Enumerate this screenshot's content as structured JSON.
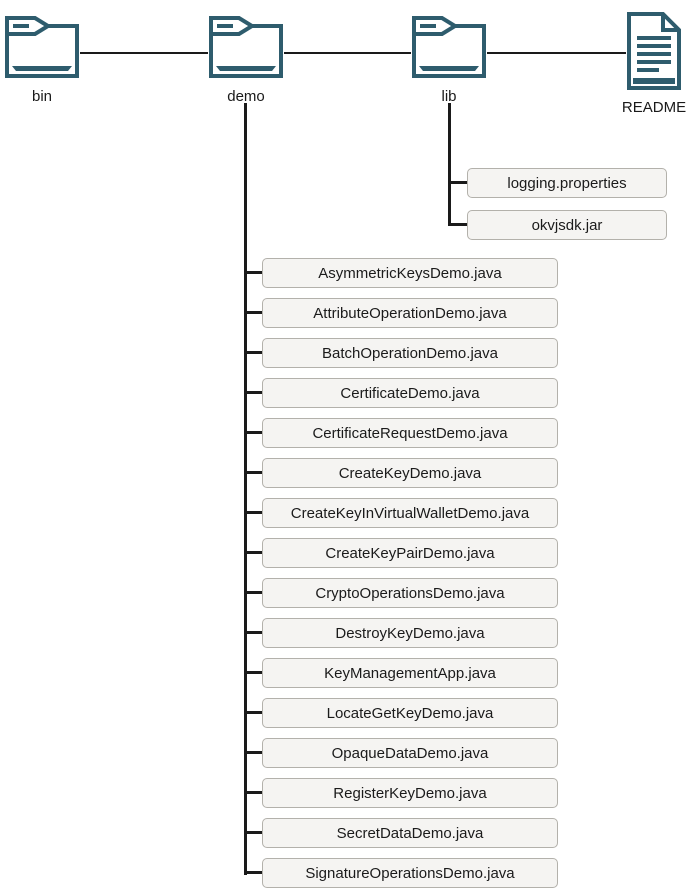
{
  "diagram": {
    "description": "Directory structure tree",
    "root_nodes": {
      "bin": {
        "label": "bin",
        "type": "folder"
      },
      "demo": {
        "label": "demo",
        "type": "folder"
      },
      "lib": {
        "label": "lib",
        "type": "folder"
      },
      "readme": {
        "label": "README",
        "type": "file"
      }
    },
    "lib_children": [
      "logging.properties",
      "okvjsdk.jar"
    ],
    "demo_children": [
      "AsymmetricKeysDemo.java",
      "AttributeOperationDemo.java",
      "BatchOperationDemo.java",
      "CertificateDemo.java",
      "CertificateRequestDemo.java",
      "CreateKeyDemo.java",
      "CreateKeyInVirtualWalletDemo.java",
      "CreateKeyPairDemo.java",
      "CryptoOperationsDemo.java",
      "DestroyKeyDemo.java",
      "KeyManagementApp.java",
      "LocateGetKeyDemo.java",
      "OpaqueDataDemo.java",
      "RegisterKeyDemo.java",
      "SecretDataDemo.java",
      "SignatureOperationsDemo.java"
    ],
    "colors": {
      "icon_teal": "#2e5c6d",
      "connector_line": "#1a1a1a",
      "box_fill": "#f5f4f2",
      "box_border": "#b3b1ab",
      "text": "#1b1b1b"
    }
  }
}
